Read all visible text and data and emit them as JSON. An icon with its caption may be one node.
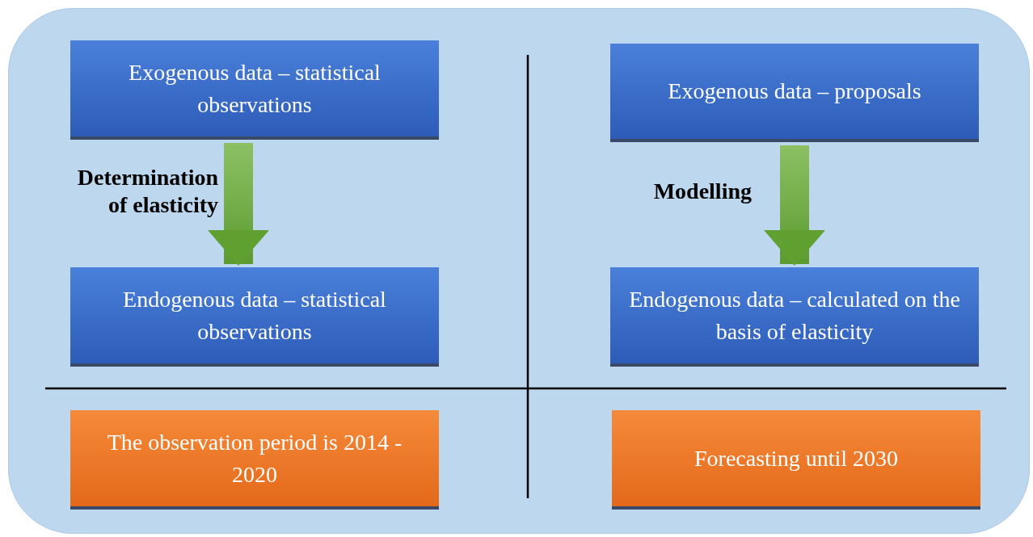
{
  "diagram": {
    "nodes": [
      {
        "text": [
          "Exogenous data – statistical observations"
        ]
      },
      {
        "text": [
          "Exogenous data – proposals"
        ]
      },
      {
        "text": [
          "Endogenous data – statistical observations"
        ]
      },
      {
        "text": [
          "Endogenous data – calculated on the basis of elasticity"
        ]
      },
      {
        "text": [
          "The observation period is 2014 - 2020"
        ]
      },
      {
        "text": [
          "Forecasting until 2030"
        ]
      }
    ],
    "edges": [
      {
        "from": 0,
        "to": 2,
        "arrow": "to",
        "label": "Determination of elasticity"
      },
      {
        "from": 1,
        "to": 3,
        "arrow": "to",
        "label": "Modelling"
      }
    ]
  }
}
